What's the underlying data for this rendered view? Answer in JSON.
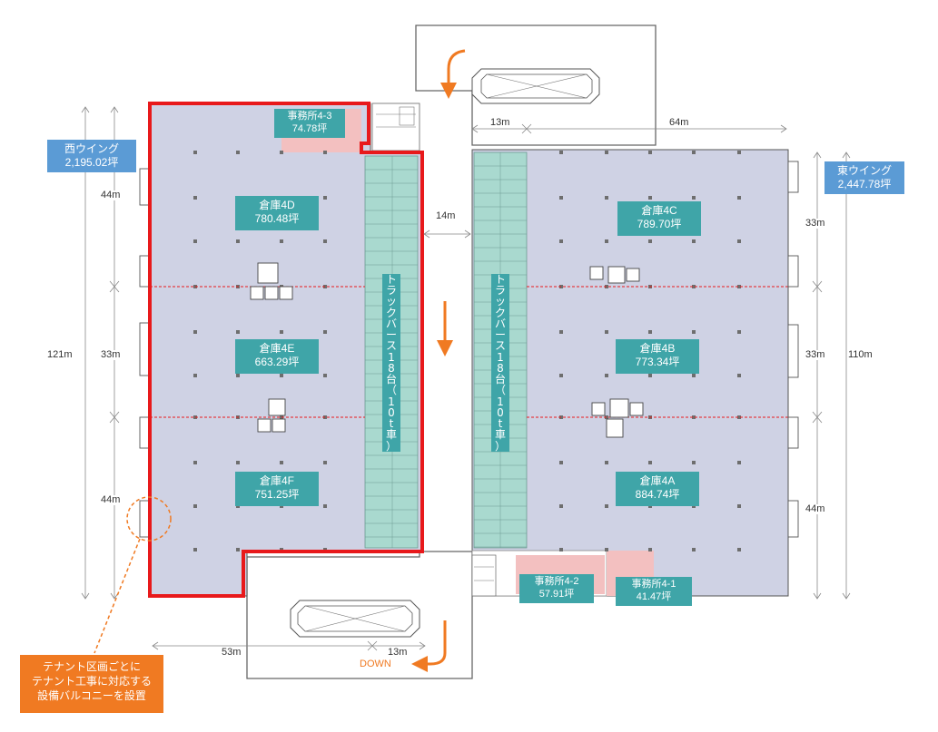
{
  "wings": {
    "west": {
      "name": "西ウイング",
      "area": "2,195.02坪"
    },
    "east": {
      "name": "東ウイング",
      "area": "2,447.78坪"
    }
  },
  "warehouses": [
    {
      "id": "4D",
      "name": "倉庫4D",
      "area": "780.48坪"
    },
    {
      "id": "4E",
      "name": "倉庫4E",
      "area": "663.29坪"
    },
    {
      "id": "4F",
      "name": "倉庫4F",
      "area": "751.25坪"
    },
    {
      "id": "4C",
      "name": "倉庫4C",
      "area": "789.70坪"
    },
    {
      "id": "4B",
      "name": "倉庫4B",
      "area": "773.34坪"
    },
    {
      "id": "4A",
      "name": "倉庫4A",
      "area": "884.74坪"
    }
  ],
  "offices": [
    {
      "id": "4-3",
      "name": "事務所4-3",
      "area": "74.78坪"
    },
    {
      "id": "4-2",
      "name": "事務所4-2",
      "area": "57.91坪"
    },
    {
      "id": "4-1",
      "name": "事務所4-1",
      "area": "41.47坪"
    }
  ],
  "truck_berth": {
    "chars": [
      "ト",
      "ラ",
      "ッ",
      "ク",
      "バ",
      "ー",
      "ス",
      "1",
      "8",
      "台",
      "（",
      "1",
      "0",
      "t",
      "車",
      "）"
    ]
  },
  "dimensions": {
    "west_total": "121m",
    "west_top": "44m",
    "west_mid": "33m",
    "west_bottom": "44m",
    "east_total": "110m",
    "east_top": "33m",
    "east_mid": "33m",
    "east_bottom": "44m",
    "east_width": "64m",
    "ramp_top": "13m",
    "gap": "14m",
    "west_width": "53m",
    "ramp_bottom": "13m"
  },
  "ramp": {
    "down_label": "DOWN"
  },
  "callout": {
    "line1": "テナント区画ごとに",
    "line2": "テナント工事に対応する",
    "line3": "設備バルコニーを設置"
  },
  "colors": {
    "floor": "#cfd2e4",
    "berth": "#a9d9cf",
    "office": "#f3c0c0",
    "label": "#3fa5a8",
    "wing_label": "#5b9bd5",
    "highlight": "#e8191b",
    "accent": "#f07a22"
  }
}
